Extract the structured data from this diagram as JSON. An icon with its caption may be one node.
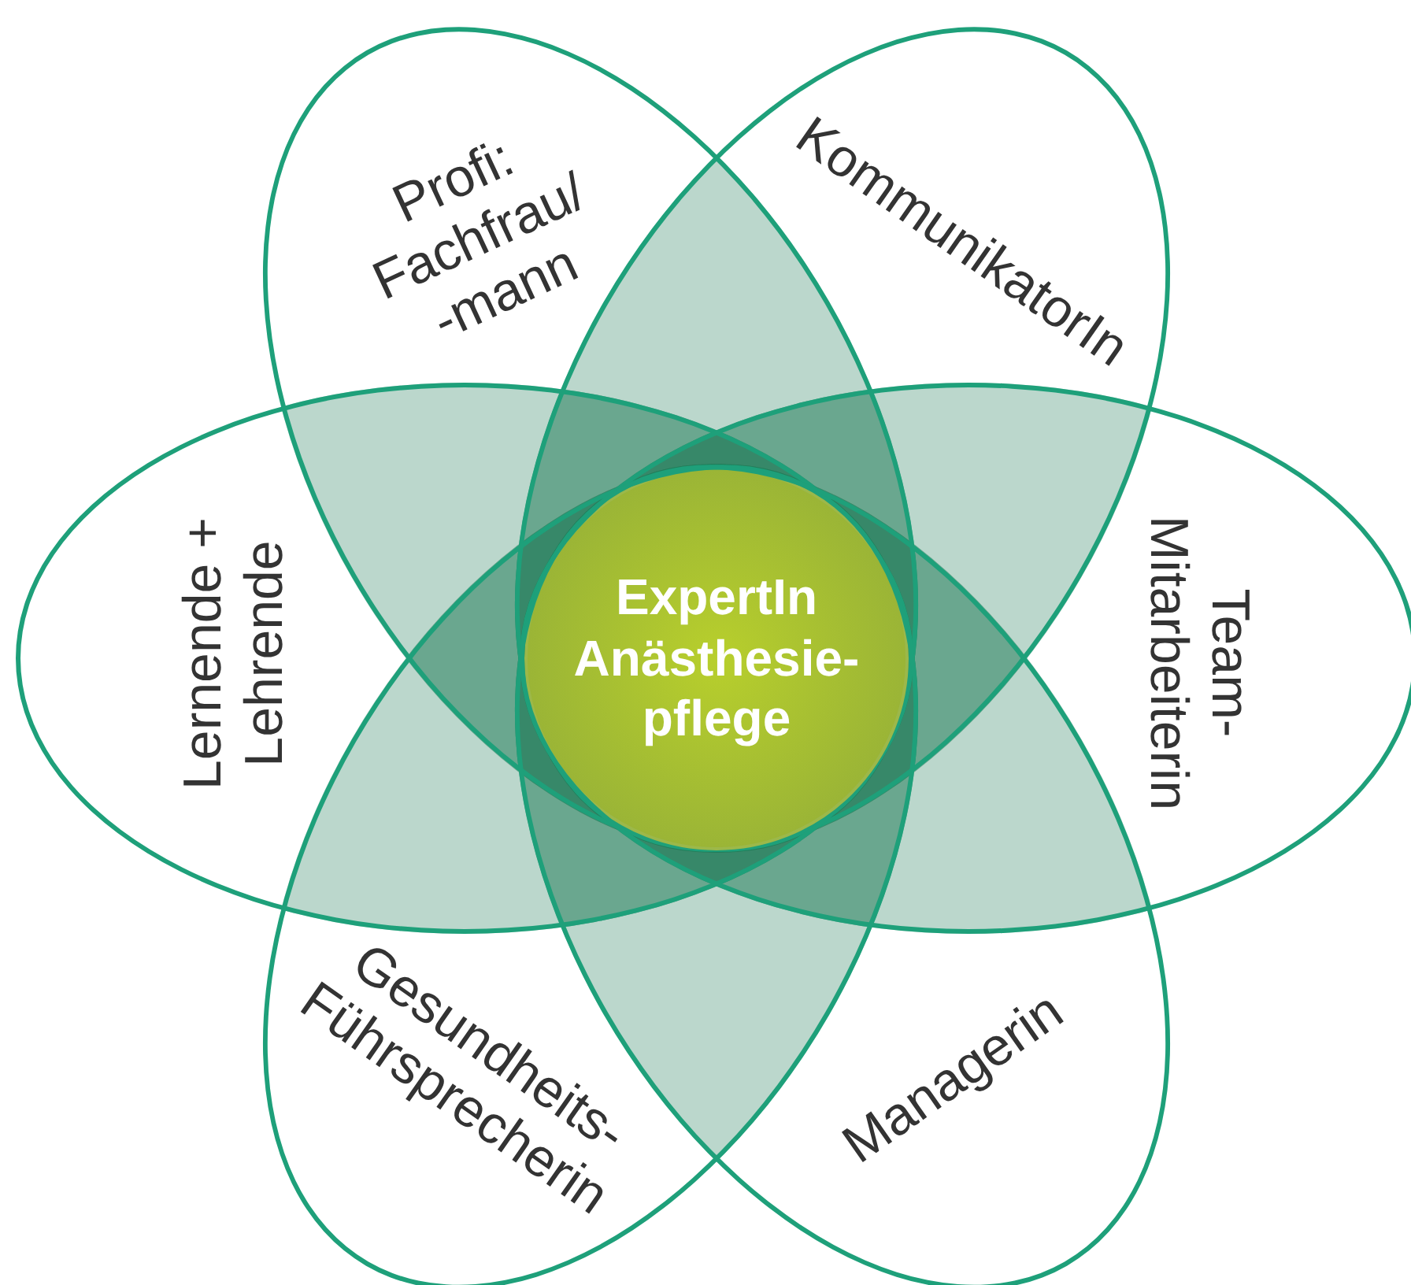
{
  "diagram": {
    "nodes": [
      {
        "text": [
          "Profi: Fachfrau/ -mann"
        ]
      },
      {
        "text": [
          "KommunikatorIn"
        ]
      },
      {
        "text": [
          "Lernende + Lehrende"
        ]
      },
      {
        "text": [
          "ExpertIn Anästhesie- pflege"
        ]
      },
      {
        "text": [
          "Team- Mitarbeiterin"
        ]
      },
      {
        "text": [
          "Gesundheits- Führsprecherin"
        ]
      },
      {
        "text": [
          "Managerin"
        ]
      }
    ]
  }
}
